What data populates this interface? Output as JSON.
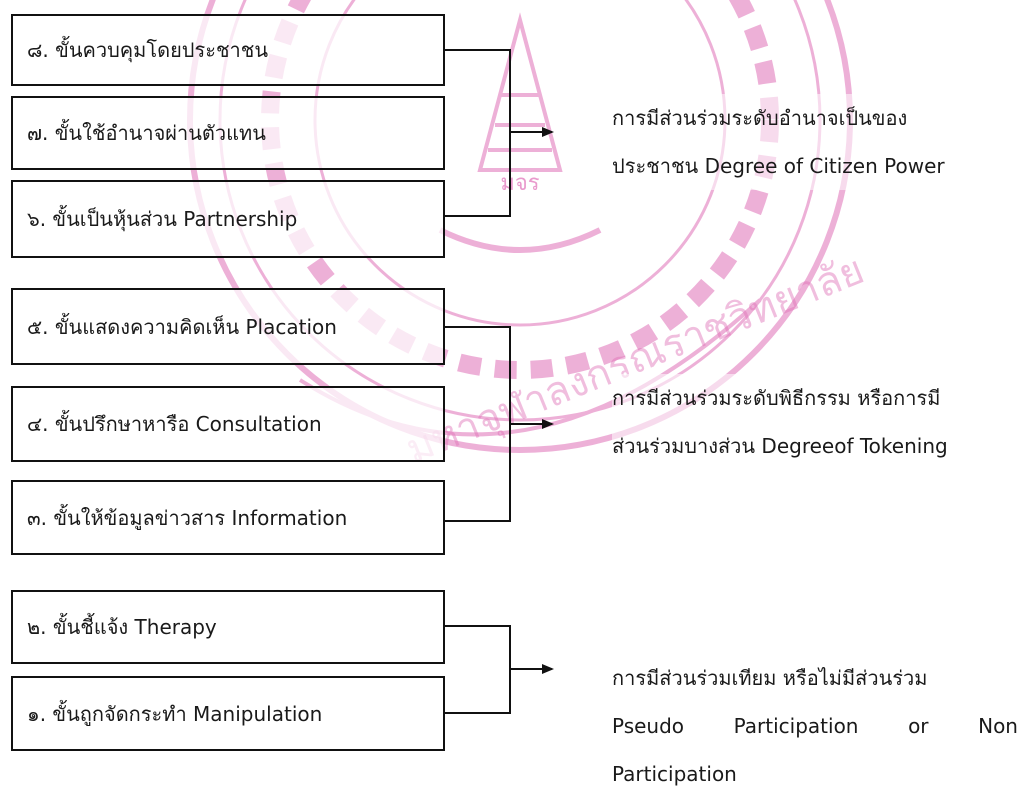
{
  "ladder": {
    "rungs": [
      {
        "label": "๘. ขั้นควบคุมโดยประชาชน"
      },
      {
        "label": "๗. ขั้นใช้อำนาจผ่านตัวแทน"
      },
      {
        "label": "๖. ขั้นเป็นหุ้นส่วน Partnership"
      },
      {
        "label": "๕. ขั้นแสดงความคิดเห็น Placation"
      },
      {
        "label": "๔. ขั้นปรึกษาหารือ Consultation"
      },
      {
        "label": "๓. ขั้นให้ข้อมูลข่าวสาร Information"
      },
      {
        "label": "๒. ขั้นชี้แจ้ง Therapy"
      },
      {
        "label": "๑. ขั้นถูกจัดกระทำ Manipulation"
      }
    ]
  },
  "groups": {
    "citizen_power": {
      "line1": "การมีส่วนร่วมระดับอำนาจเป็นของ",
      "line2": "ประชาชน Degree of Citizen Power"
    },
    "tokenism": {
      "line1": "การมีส่วนร่วมระดับพิธีกรรม หรือการมี",
      "line2": "ส่วนร่วมบางส่วน Degreeof Tokening"
    },
    "non_participation": {
      "line1": "การมีส่วนร่วมเทียม หรือไม่มีส่วนร่วม",
      "line2_words": [
        "Pseudo",
        "Participation",
        "or",
        "Non"
      ],
      "line3": "Participation"
    }
  },
  "watermark": {
    "seal_text": "มจร",
    "arc_text": "มหาจุฬาลงกรณราชวิทยาลัย",
    "color": "#e060b0"
  }
}
